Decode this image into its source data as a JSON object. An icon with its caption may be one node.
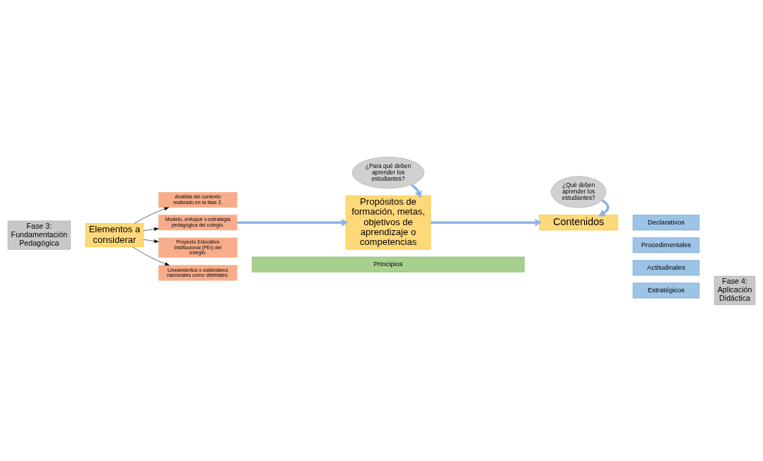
{
  "diagram": {
    "nodes": [
      {
        "text": [
          "Fase 3: Fundamentación Pedagógica"
        ]
      },
      {
        "text": [
          "Elementos a considerar"
        ]
      },
      {
        "text": [
          "Análisis del contexto realizado en la fase 2."
        ]
      },
      {
        "text": [
          "Modelo, enfoqué o estrategia pedagógica del colegio."
        ]
      },
      {
        "text": [
          "Proyecto Educativo Institucional (PEI) del colegio."
        ]
      },
      {
        "text": [
          "Lineamientos o estándares nacionales como distritales."
        ]
      },
      {
        "text": [
          "¿Para qué deben aprender los estudiantes?"
        ]
      },
      {
        "text": [
          "¿Qué deben aprender los estudiantes?"
        ]
      },
      {
        "text": [
          "Propósitos de formación, metas, objetivos de aprendizaje o competencias"
        ]
      },
      {
        "text": [
          "Contenidos"
        ]
      },
      {
        "text": [
          "Declarativos"
        ]
      },
      {
        "text": [
          "Procedimentales"
        ]
      },
      {
        "text": [
          "Actitudinales"
        ]
      },
      {
        "text": [
          "Estratégicos"
        ]
      },
      {
        "text": [
          "Principios"
        ]
      },
      {
        "text": [
          "Fase 4: Aplicación Didáctica"
        ]
      }
    ],
    "edges": [
      {
        "from": 1,
        "to": 2,
        "arrow": "to"
      },
      {
        "from": 1,
        "to": 3,
        "arrow": "to"
      },
      {
        "from": 1,
        "to": 4,
        "arrow": "to"
      },
      {
        "from": 1,
        "to": 5,
        "arrow": "to"
      },
      {
        "from": 3,
        "to": 8,
        "arrow": "to",
        "style": "thick",
        "color": "#8db3e2"
      },
      {
        "from": 6,
        "to": 8,
        "arrow": "to",
        "style": "thick",
        "color": "#8db3e2"
      },
      {
        "from": 8,
        "to": 9,
        "arrow": "to",
        "style": "thick",
        "color": "#8db3e2"
      },
      {
        "from": 7,
        "to": 9,
        "arrow": "to",
        "style": "thick",
        "color": "#8db3e2"
      }
    ]
  }
}
